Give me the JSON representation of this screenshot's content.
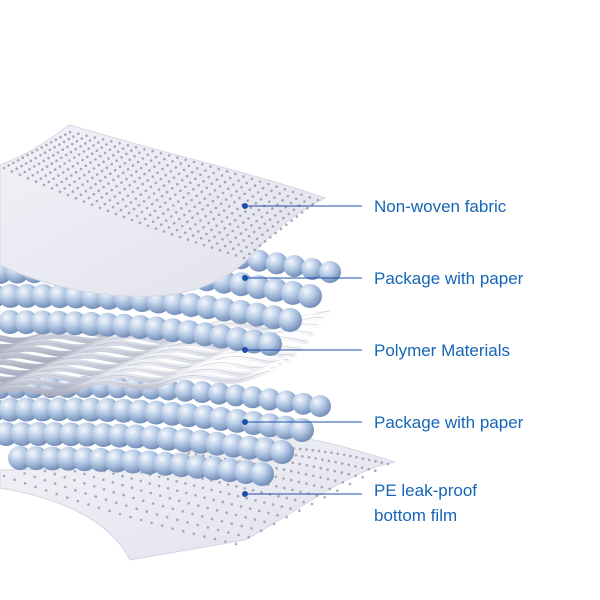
{
  "layers": [
    {
      "label": "Non-woven fabric",
      "kind": "perforated-sheet"
    },
    {
      "label": "Package with paper",
      "kind": "bead-layer"
    },
    {
      "label": "Polymer Materials",
      "kind": "wave-layer"
    },
    {
      "label": "Package with paper",
      "kind": "bead-layer"
    },
    {
      "label": "PE leak-proof\nbottom film",
      "kind": "perforated-sheet"
    }
  ],
  "colors": {
    "label_text": "#1565b8",
    "leader_line": "#1c4fa8",
    "sheet": "#e9e9f2",
    "sheet_edge": "#d6d6e4",
    "holes": "#8f8fa8",
    "bead_light": "#f4f8fd",
    "bead_mid": "#b7cbe6",
    "bead_dark": "#6c88b3",
    "fiber_light": "#ffffff",
    "fiber_dark": "#b2b6c6"
  }
}
